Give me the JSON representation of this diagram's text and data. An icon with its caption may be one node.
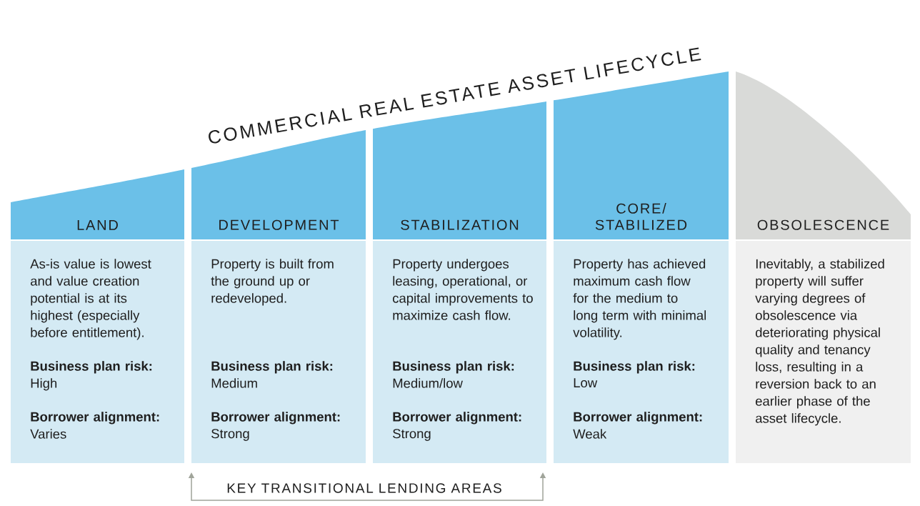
{
  "diagram": {
    "title": "COMMERCIAL REAL ESTATE ASSET LIFECYCLE",
    "nodes": [
      {
        "text": [
          "LAND",
          "As-is value is lowest and value creation potential is at its highest (especially before entitlement).",
          "Business plan risk:",
          "High",
          "Borrower alignment:",
          "Varies"
        ]
      },
      {
        "text": [
          "DEVELOPMENT",
          "Property is built from the ground up or redeveloped.",
          "Business plan risk:",
          "Medium",
          "Borrower alignment:",
          "Strong"
        ]
      },
      {
        "text": [
          "STABILIZATION",
          "Property undergoes leasing, operational, or capital improvements to maximize cash flow.",
          "Business plan risk:",
          "Medium/low",
          "Borrower alignment:",
          "Strong"
        ]
      },
      {
        "text": [
          "CORE/ STABILIZED",
          "Property has achieved maximum cash flow for the medium to long term with minimal volatility.",
          "Business plan risk:",
          "Low",
          "Borrower alignment:",
          "Weak"
        ]
      },
      {
        "text": [
          "OBSOLESCENCE",
          "Inevitably, a stabilized property will suffer varying degrees of obsolescence via deteriorating physical quality and tenancy loss, resulting in a reversion back to an earlier phase of the asset lifecycle."
        ]
      }
    ],
    "labels": [
      "KEY TRANSITIONAL LENDING AREAS"
    ]
  }
}
